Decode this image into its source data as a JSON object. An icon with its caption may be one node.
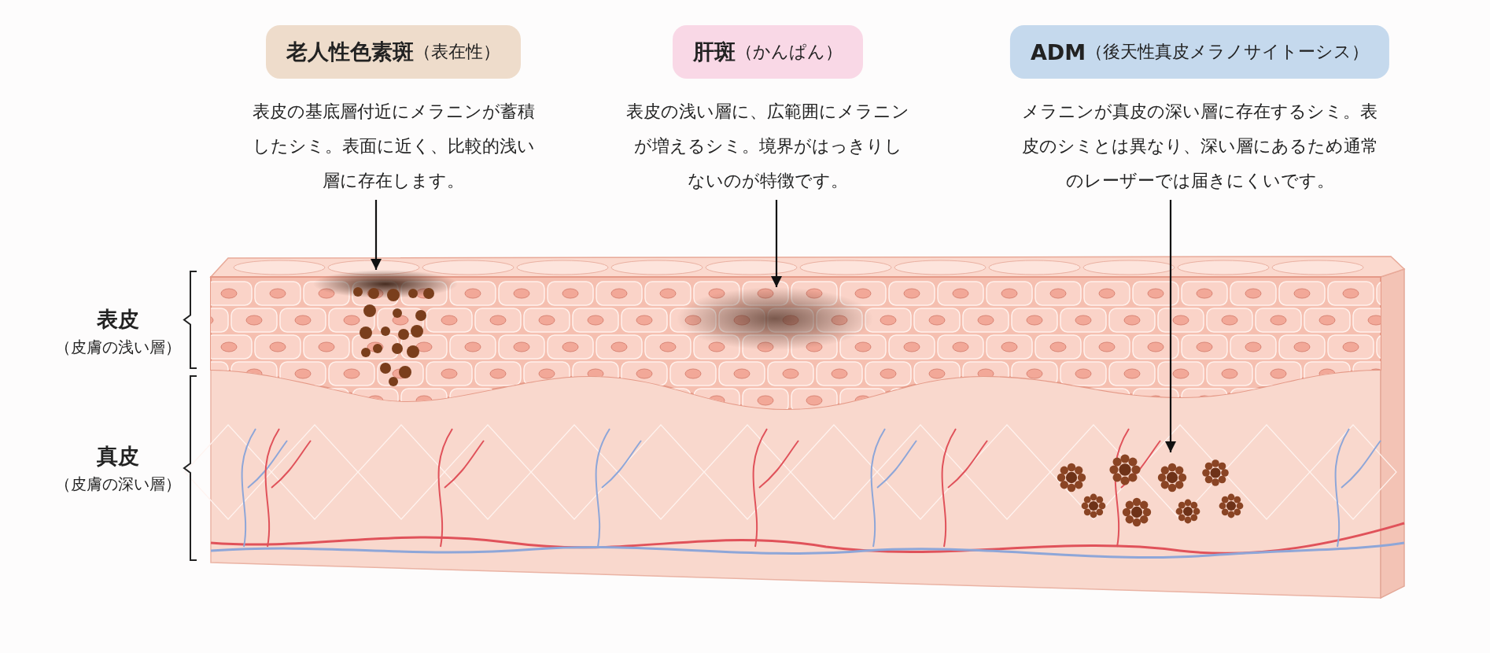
{
  "diagram": {
    "nodes": [
      {
        "text": [
          "**老人性色素斑**（表在性）",
          "表皮の基底層付近にメラニンが蓄積したシミ。表面に近く、比較的浅い層に存在します。"
        ]
      },
      {
        "text": [
          "**肝斑**（かんぱん）",
          "表皮の浅い層に、広範囲にメラニンが増えるシミ。境界がはっきりしないのが特徴です。"
        ]
      },
      {
        "text": [
          "**ADM**（後天性真皮メラノサイトーシス）",
          "メラニンが真皮の深い層に存在するシミ。表皮のシミとは異なり、深い層にあるため通常のレーザーでは届きにくいです。"
        ]
      },
      {
        "text": [],
        "shape": "picture"
      },
      {
        "text": [],
        "shape": "picture"
      },
      {
        "text": [],
        "shape": "picture"
      }
    ],
    "edges": [
      {
        "from": 0,
        "to": 3,
        "arrow": "to"
      },
      {
        "from": 1,
        "to": 4,
        "arrow": "to"
      },
      {
        "from": 2,
        "to": 5,
        "arrow": "to"
      }
    ],
    "labels": [
      "表皮",
      "（皮膚の浅い層）",
      "真皮",
      "（皮膚の深い層）"
    ]
  }
}
